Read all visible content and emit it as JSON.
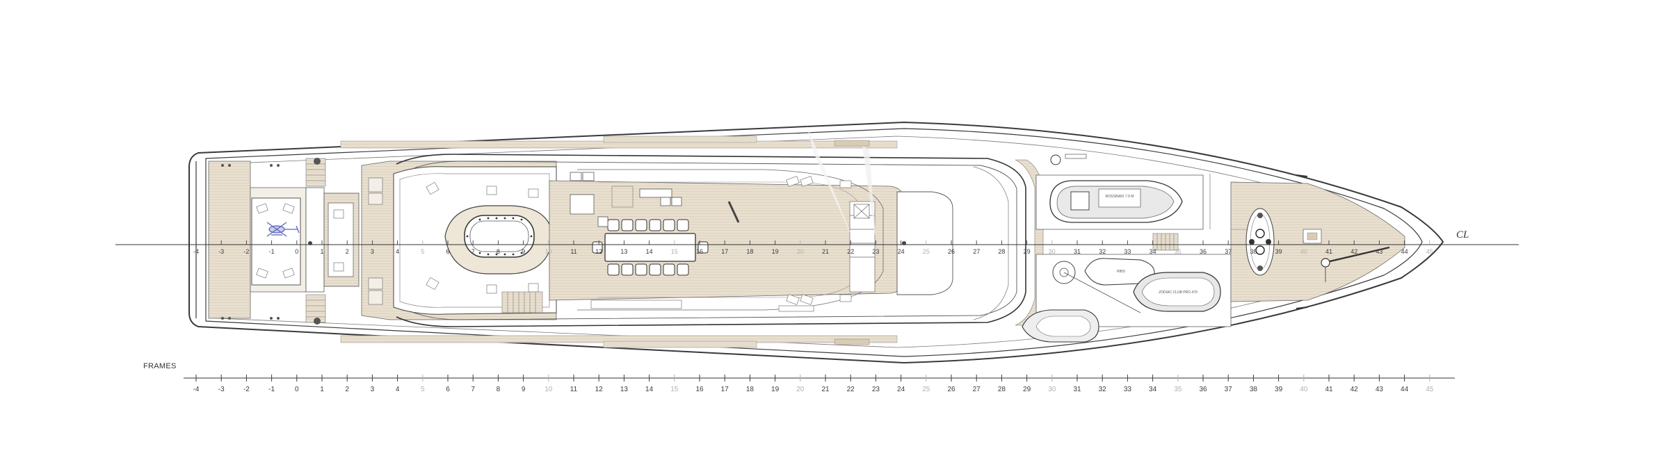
{
  "scale": {
    "label": "FRAMES",
    "frames": [
      -4,
      -3,
      -2,
      -1,
      0,
      1,
      2,
      3,
      4,
      5,
      6,
      7,
      8,
      9,
      10,
      11,
      12,
      13,
      14,
      15,
      16,
      17,
      18,
      19,
      20,
      21,
      22,
      23,
      24,
      25,
      26,
      27,
      28,
      29,
      30,
      31,
      32,
      33,
      34,
      35,
      36,
      37,
      38,
      39,
      40,
      41,
      42,
      43,
      44,
      45
    ],
    "faded_frames": [
      5,
      10,
      15,
      20,
      25,
      30,
      35,
      40,
      45
    ]
  },
  "centerline": {
    "symbol": "CL"
  },
  "tenders": {
    "tender_label": "ROSSINAVI 7.0 M",
    "jetski_label": "RIBS",
    "rib_label": "ZODIAC CLUB PRO 470"
  },
  "colors": {
    "teak": "#e6dccb",
    "teak_dark": "#d9ccb4",
    "line": "#3a3a3a",
    "light_line": "#8a8a8a",
    "faded_tick": "#b0b0b0",
    "heli": "#5a63b5"
  }
}
